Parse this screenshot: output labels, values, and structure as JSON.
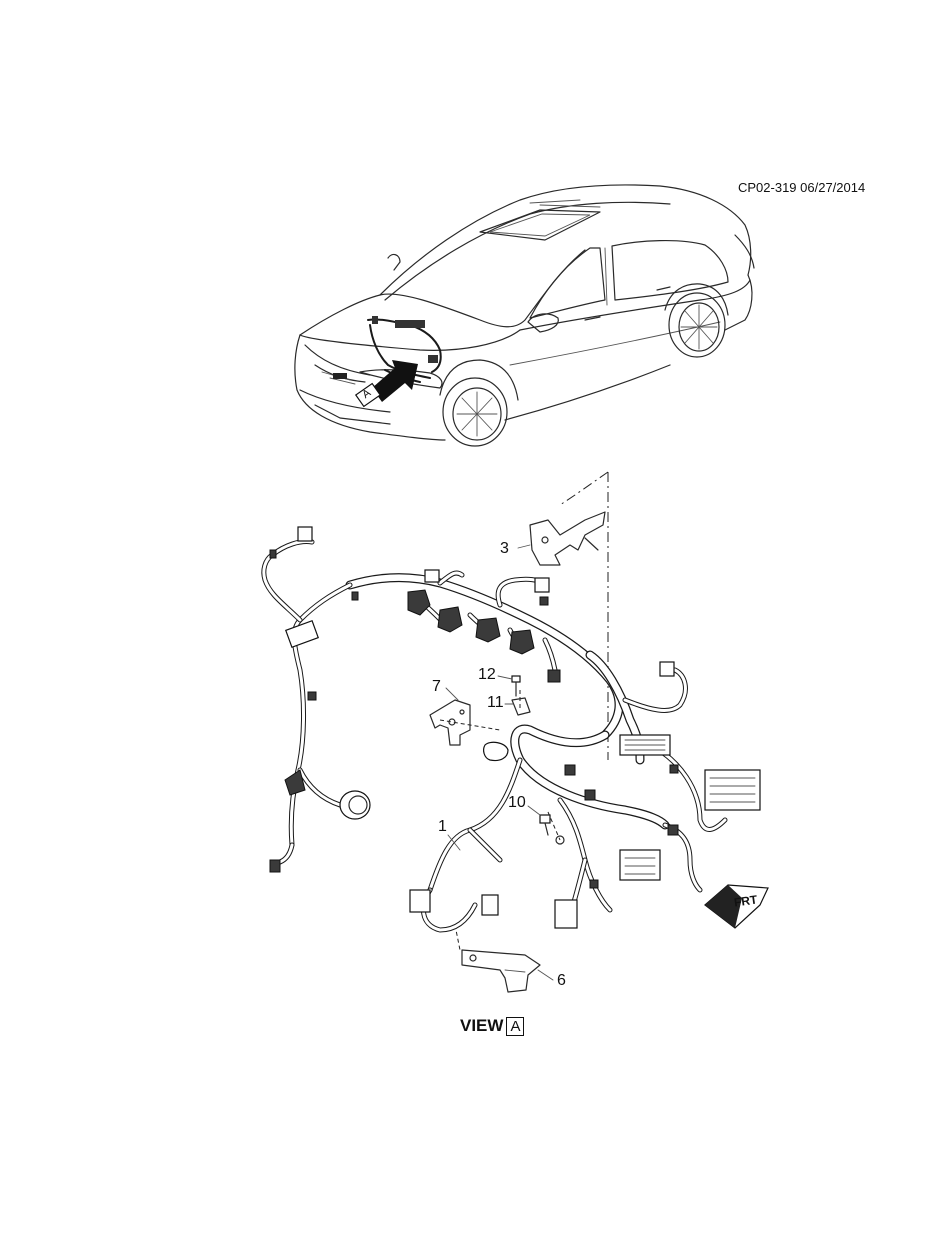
{
  "header": {
    "reference": "CP02-319 06/27/2014"
  },
  "vehicle_view": {
    "view_marker": "A"
  },
  "callouts": [
    {
      "id": "c1",
      "label": "1"
    },
    {
      "id": "c3",
      "label": "3"
    },
    {
      "id": "c6",
      "label": "6"
    },
    {
      "id": "c7",
      "label": "7"
    },
    {
      "id": "c10",
      "label": "10"
    },
    {
      "id": "c11",
      "label": "11"
    },
    {
      "id": "c12",
      "label": "12"
    }
  ],
  "front_arrow": {
    "label": "FRT"
  },
  "footer": {
    "view_label": "VIEW",
    "view_marker": "A"
  }
}
